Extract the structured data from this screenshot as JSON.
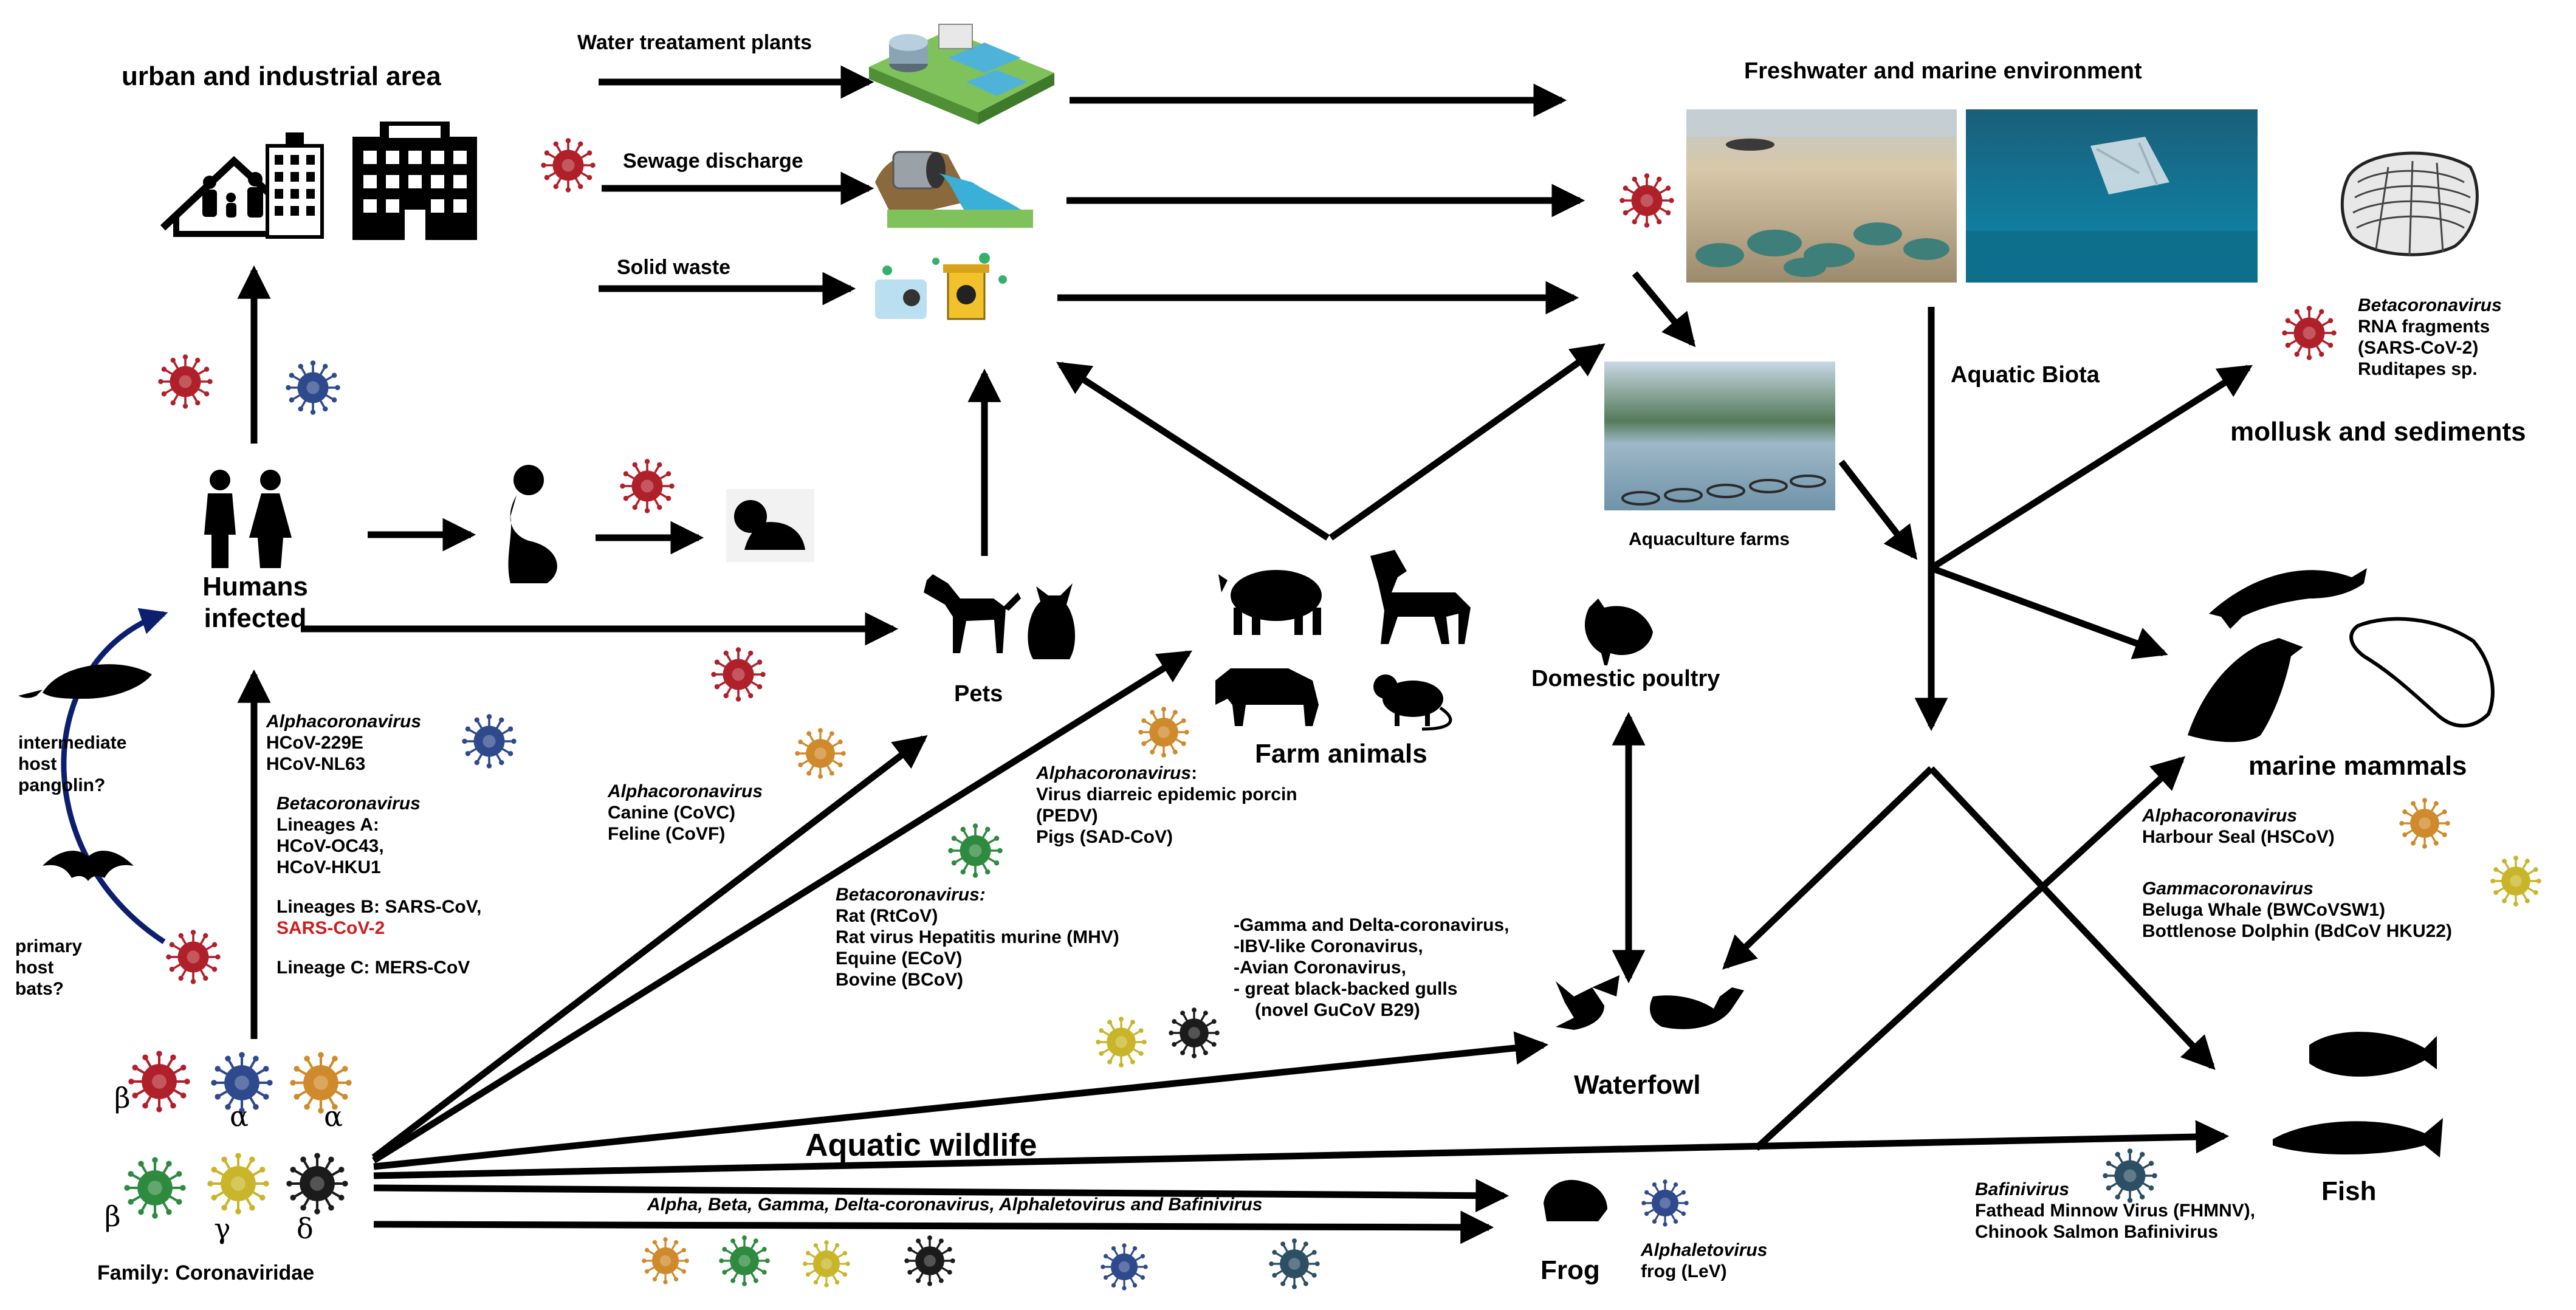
{
  "titles": {
    "urban": "urban and industrial area",
    "freshwater": "Freshwater and marine environment",
    "mollusk": "mollusk and sediments",
    "marine_mammals": "marine mammals",
    "aquatic_wildlife": "Aquatic wildlife",
    "family": "Family: Coronaviridae"
  },
  "labels": {
    "water_plants": "Water treatament plants",
    "sewage": "Sewage discharge",
    "solid_waste": "Solid waste",
    "aquatic_biota": "Aquatic Biota",
    "aquaculture": "Aquaculture farms",
    "humans_1": "Humans",
    "humans_2": "infected",
    "pets": "Pets",
    "farm_animals": "Farm animals",
    "domestic_poultry": "Domestic poultry",
    "waterfowl": "Waterfowl",
    "fish": "Fish",
    "frog": "Frog",
    "intermediate": [
      "intermediate",
      "host",
      "pangolin?"
    ],
    "primary": [
      "primary",
      "host",
      "bats?"
    ]
  },
  "greek": {
    "g1": "β",
    "g2": "α",
    "g3": "α",
    "g4": "β",
    "g5": "γ",
    "g6": "δ"
  },
  "human_viruses": {
    "alpha": "Alphacoronavirus",
    "alpha_1": "HCoV-229E",
    "alpha_2": "HCoV-NL63",
    "beta": "Betacoronavirus",
    "lineage_a": "Lineages A:",
    "lineage_a_1": "HCoV-OC43,",
    "lineage_a_2": "HCoV-HKU1",
    "lineage_b": "Lineages B: SARS-CoV,",
    "lineage_b_red": "SARS-CoV-2",
    "lineage_c": "Lineage C: MERS-CoV"
  },
  "pet_viruses": {
    "genus": "Alphacoronavirus",
    "l1": "Canine (CoVC)",
    "l2": "Feline (CoVF)"
  },
  "farm_alpha": {
    "genus": "Alphacoronavirus",
    "colon": ":",
    "l1": "Virus diarreic epidemic porcin",
    "l2": "(PEDV)",
    "l3": "Pigs (SAD-CoV)"
  },
  "farm_beta": {
    "genus": "Betacoronavirus:",
    "l1": "Rat (RtCoV)",
    "l2": "Rat virus Hepatitis murine (MHV)",
    "l3": "Equine (ECoV)",
    "l4": "Bovine (BCoV)"
  },
  "bird_viruses": [
    "-Gamma and Delta-coronavirus,",
    "-IBV-like Coronavirus,",
    "-Avian Coronavirus,",
    "- great black-backed gulls",
    "(novel GuCoV B29)"
  ],
  "mollusk_viruses": {
    "genus": "Betacoronavirus",
    "l1": "RNA fragments",
    "l2": "(SARS-CoV-2)",
    "l3": "Ruditapes sp."
  },
  "seal_viruses": {
    "genus": "Alphacoronavirus",
    "l1": "Harbour Seal (HSCoV)"
  },
  "whale_viruses": {
    "genus": "Gammacoronavirus",
    "l1": "Beluga Whale (BWCoVSW1)",
    "l2": "Bottlenose Dolphin (BdCoV HKU22)"
  },
  "fish_viruses": {
    "genus": "Bafinivirus",
    "l1": "Fathead Minnow Virus (FHMNV),",
    "l2": "Chinook Salmon Bafinivirus"
  },
  "frog_viruses": {
    "genus": "Alphaletovirus",
    "l1": "frog (LeV)"
  },
  "aquatic_band": "Alpha, Beta, Gamma, Delta-coronavirus, Alphaletovirus and Bafinivirus",
  "colors": {
    "virus_red": "#b0202a",
    "virus_blue": "#2f4a8c",
    "virus_orange": "#cf8a2b",
    "virus_green": "#2e8a3e",
    "virus_yellow": "#c9b52a",
    "virus_black": "#1b1b1b",
    "virus_teal": "#2c4f63",
    "arrow_navy": "#0c1f6e",
    "sars_red": "#d01c1c"
  }
}
